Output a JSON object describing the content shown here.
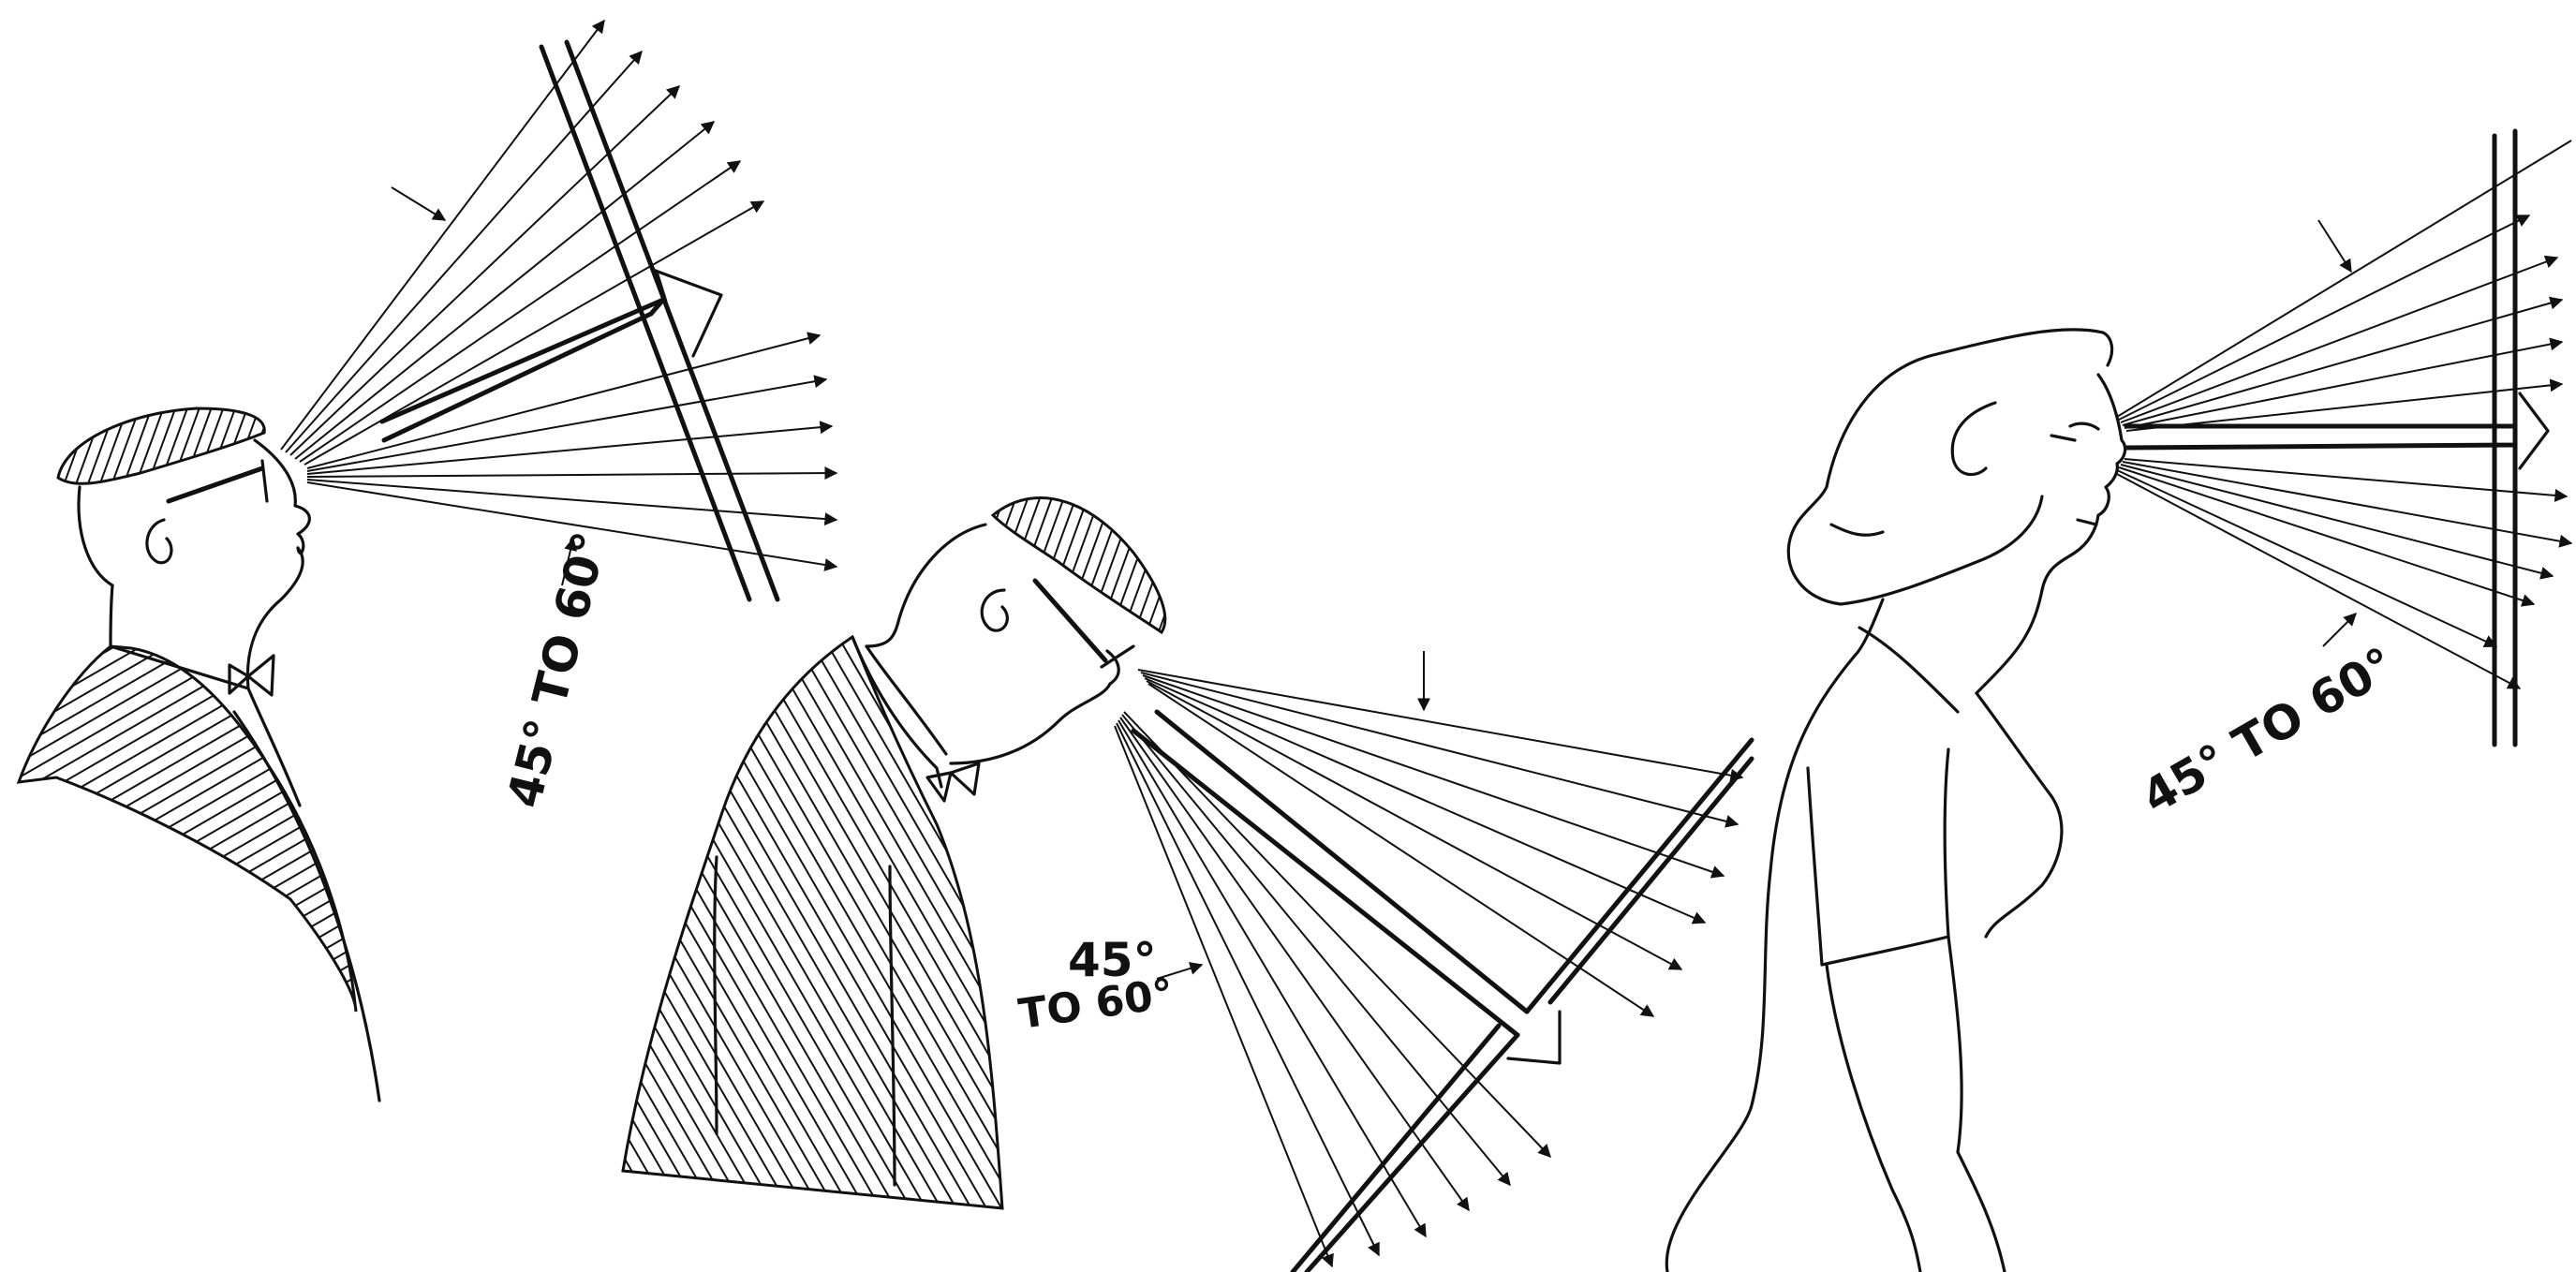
{
  "figure": {
    "figure_1": {
      "angle_label": "45° TO 60°"
    },
    "figure_2": {
      "angle_label_line1": "45°",
      "angle_label_line2": "TO 60°"
    },
    "figure_3": {
      "angle_label": "45° TO 60°"
    }
  },
  "colors": {
    "ink": "#111111",
    "paper": "#ffffff"
  }
}
